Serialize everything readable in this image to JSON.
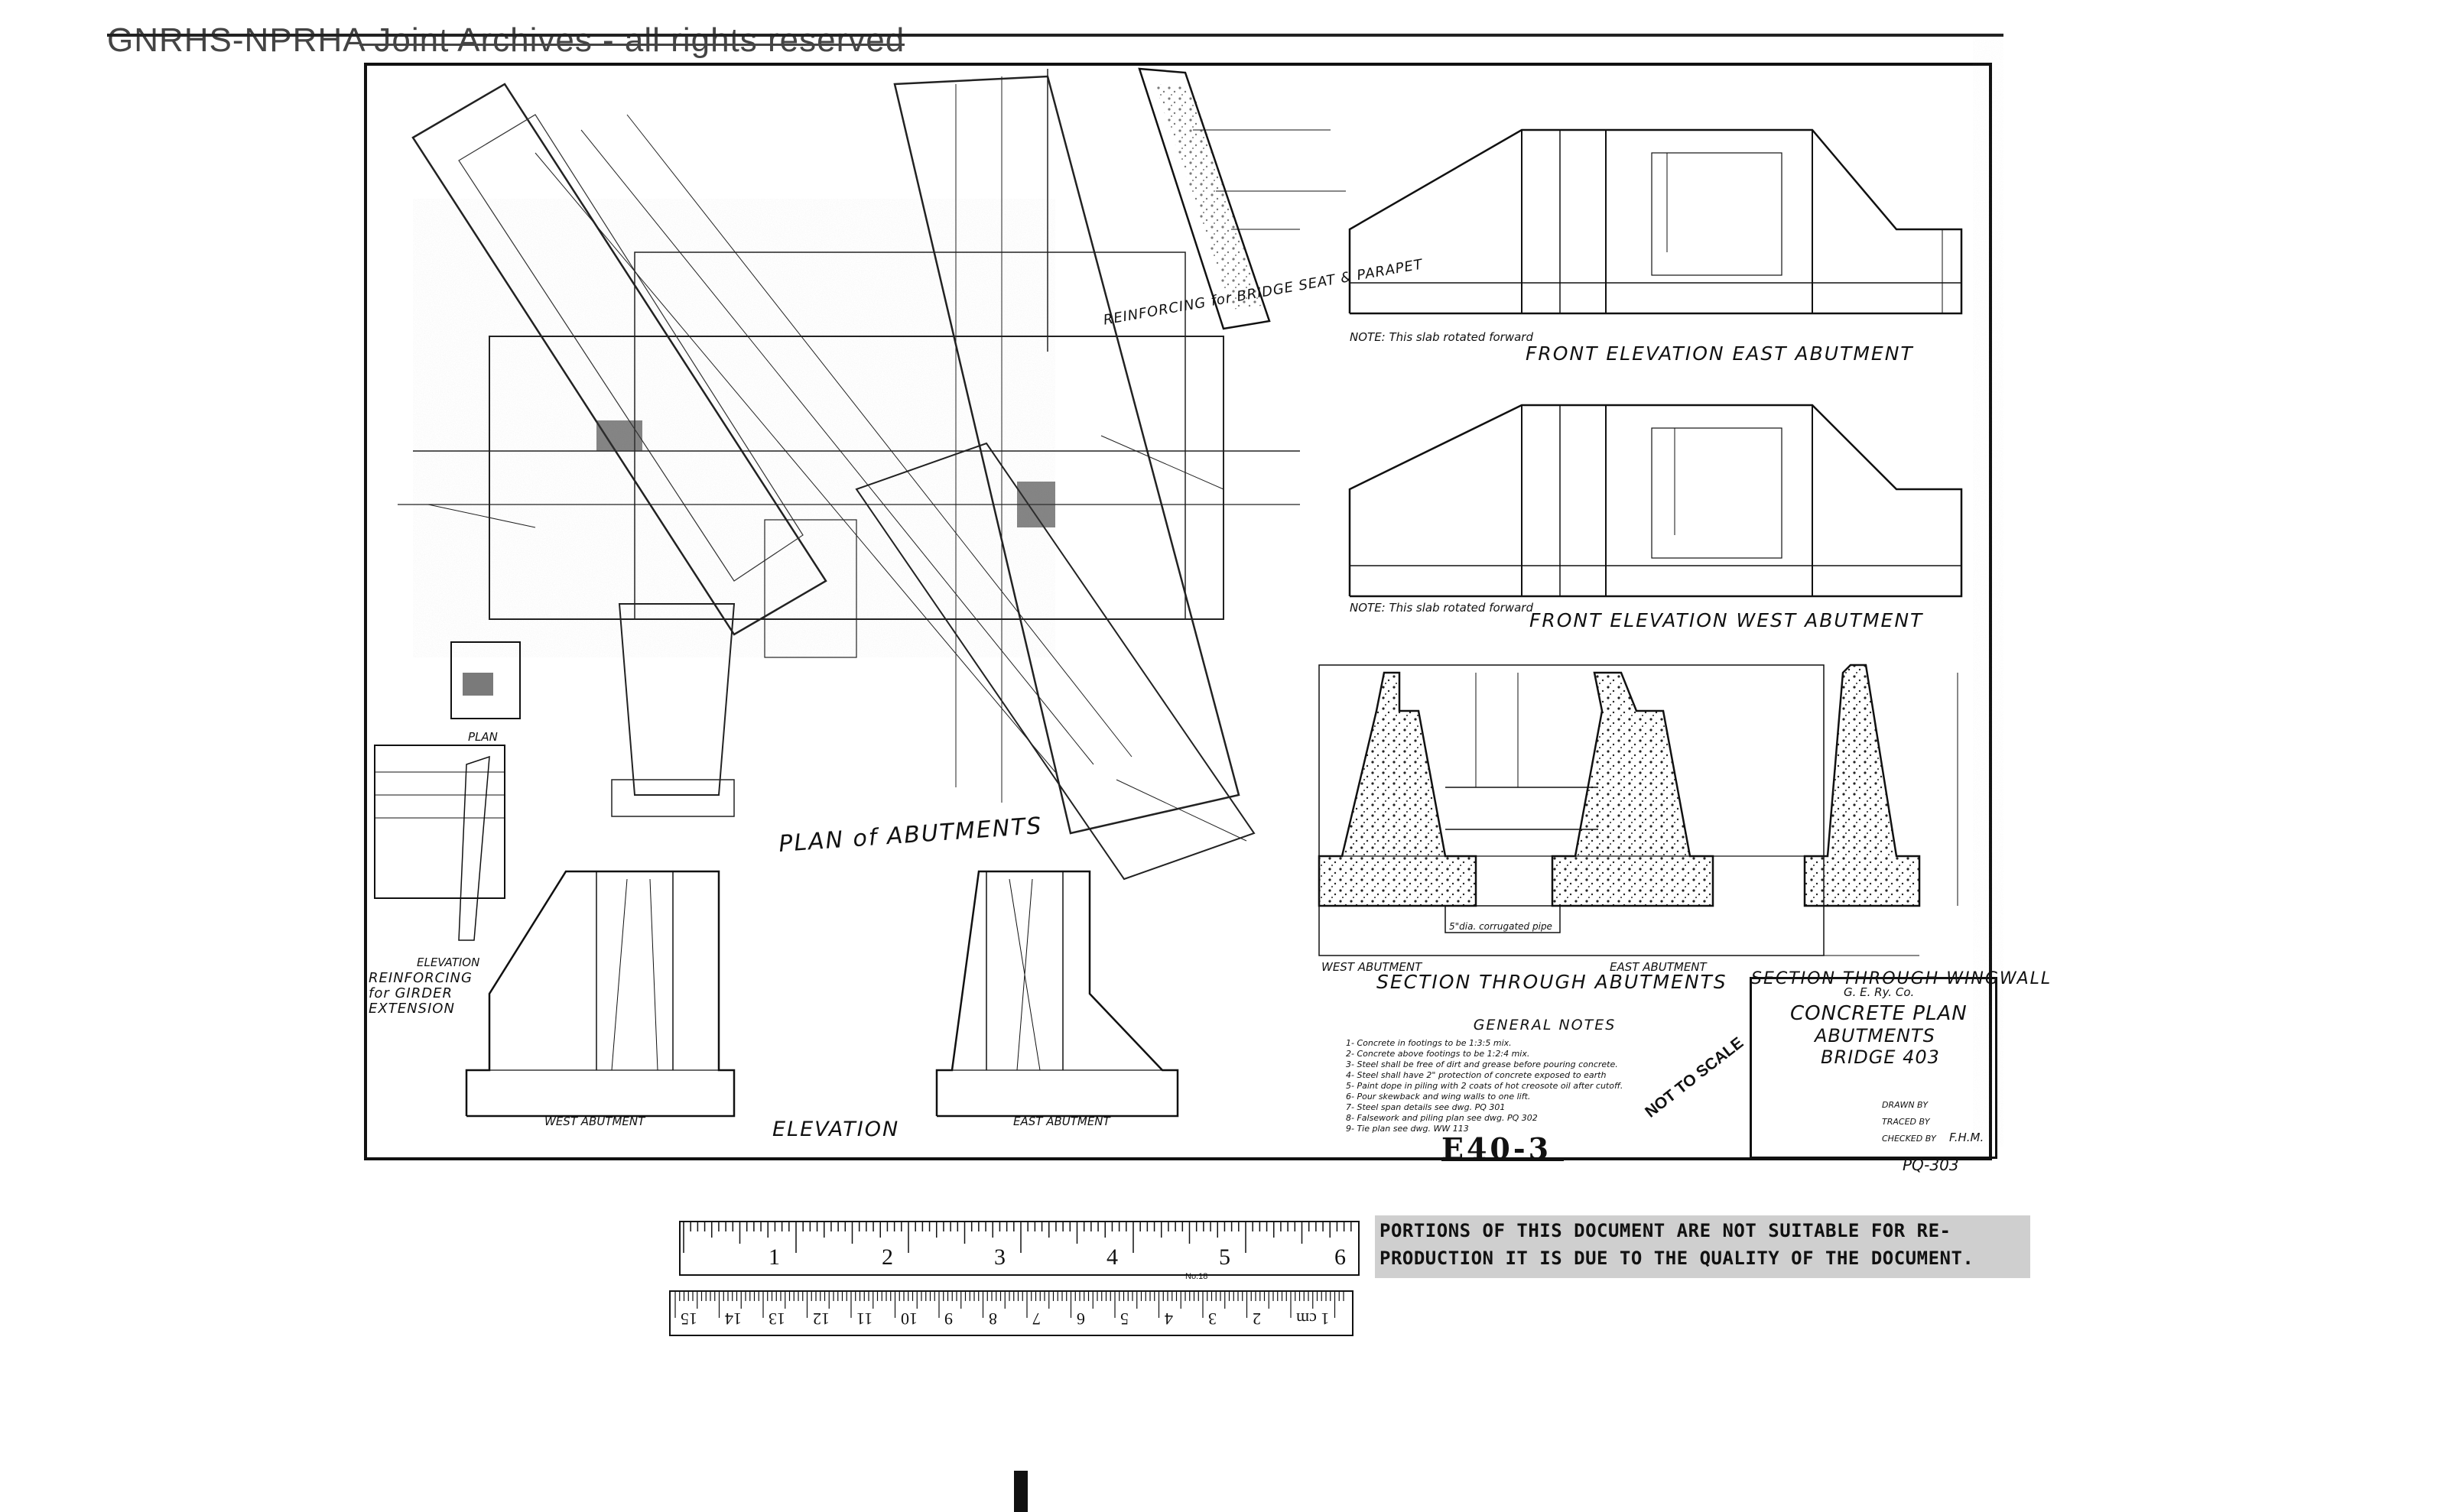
{
  "watermark": "GNRHS-NPRHA Joint Archives - all rights reserved",
  "views": {
    "front_elevation_east": "FRONT ELEVATION EAST ABUTMENT",
    "front_elevation_west": "FRONT ELEVATION WEST ABUTMENT",
    "plan_of_abutments": "PLAN of ABUTMENTS",
    "reinforcing_bridge_seat": "REINFORCING for BRIDGE SEAT & PARAPET",
    "plan_small": "PLAN",
    "elevation_small": "ELEVATION",
    "reinforcing_girder": "REINFORCING for GIRDER EXTENSION",
    "elevation": "ELEVATION",
    "west_abutment": "WEST ABUTMENT",
    "east_abutment": "EAST ABUTMENT",
    "section_through_abutments": "SECTION THROUGH ABUTMENTS",
    "section_through_wingwall": "SECTION THROUGH WINGWALL",
    "section_west_abutment": "WEST ABUTMENT",
    "section_east_abutment": "EAST ABUTMENT",
    "corrugated_pipe_note": "5\"dia. corrugated pipe",
    "note_east": "NOTE: This slab rotated forward",
    "note_west": "NOTE: This slab rotated forward"
  },
  "general_notes": {
    "heading": "GENERAL NOTES",
    "lines": [
      "1- Concrete in footings to be 1:3:5 mix.",
      "2- Concrete above footings to be 1:2:4 mix.",
      "3- Steel shall be free of dirt and grease before pouring concrete.",
      "4- Steel shall have 2\" protection of concrete exposed to earth",
      "5- Paint dope in piling with 2 coats of hot creosote oil after cutoff.",
      "6- Pour skewback and wing walls to one lift.",
      "7- Steel span details see dwg. PQ 301",
      "8- Falsework and piling plan see dwg. PQ 302",
      "9- Tie plan see dwg. WW 113"
    ]
  },
  "not_to_scale": "NOT TO SCALE",
  "title_block": {
    "company": "G. E. Ry. Co.",
    "line1": "CONCRETE PLAN",
    "line2": "ABUTMENTS",
    "line3": "BRIDGE 403",
    "drawn_by": "DRAWN BY",
    "traced_by": "TRACED BY",
    "checked_by": "CHECKED BY",
    "checker": "F.H.M."
  },
  "drawing_number": "E40-3",
  "sheet_code": "PQ-303",
  "ruler_top": {
    "marks": [
      "1",
      "2",
      "3",
      "4",
      "5",
      "6"
    ],
    "label": "No.18"
  },
  "ruler_bottom": {
    "marks": [
      "15",
      "14",
      "13",
      "12",
      "11",
      "10",
      "9",
      "8",
      "7",
      "6",
      "5",
      "4",
      "3",
      "2",
      "1 cm"
    ]
  },
  "legal_notice": {
    "line1": "PORTIONS OF THIS DOCUMENT ARE NOT SUITABLE FOR RE-",
    "line2": "PRODUCTION IT IS DUE TO THE QUALITY OF THE DOCUMENT."
  },
  "colors": {
    "ink": "#111111",
    "paper": "#ffffff",
    "noise": "#8a8a8a",
    "banner": "#cfcfcf"
  }
}
